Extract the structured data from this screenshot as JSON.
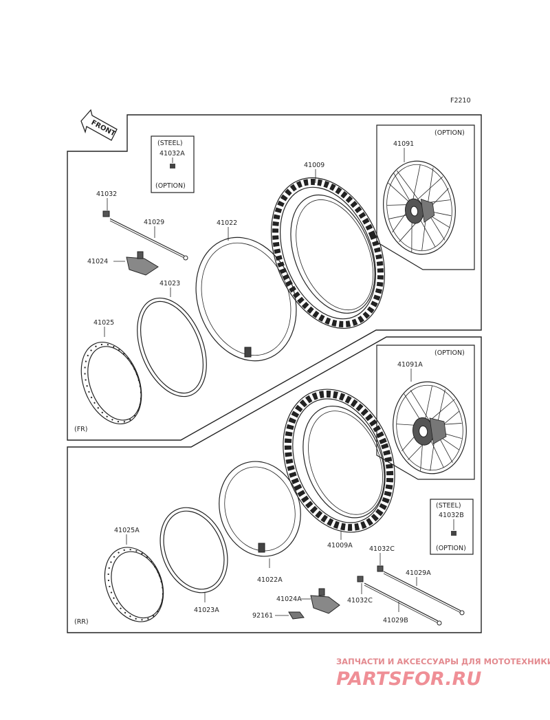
{
  "figure_code": "F2210",
  "front_label": "FRONT",
  "sections": {
    "front": "(FR)",
    "rear": "(RR)"
  },
  "boxes": {
    "front_steel": {
      "top": "(STEEL)",
      "part": "41032A",
      "bottom": "(OPTION)"
    },
    "rear_steel": {
      "top": "(STEEL)",
      "part": "41032B",
      "bottom": "(OPTION)"
    },
    "front_wheel_option": "(OPTION)",
    "rear_wheel_option": "(OPTION)"
  },
  "parts": {
    "p41091": "41091",
    "p41009": "41009",
    "p41022": "41022",
    "p41032": "41032",
    "p41029": "41029",
    "p41024": "41024",
    "p41023": "41023",
    "p41025": "41025",
    "p41091A": "41091A",
    "p41009A": "41009A",
    "p41022A": "41022A",
    "p41025A": "41025A",
    "p41023A": "41023A",
    "p41024A": "41024A",
    "p92161": "92161",
    "p41032C_top": "41032C",
    "p41032C_bottom": "41032C",
    "p41029A": "41029A",
    "p41029B": "41029B"
  },
  "watermark": {
    "tagline": "ЗАПЧАСТИ И АКСЕССУАРЫ ДЛЯ МОТОТЕХНИКИ",
    "brand": "PARTSFOR.RU"
  }
}
